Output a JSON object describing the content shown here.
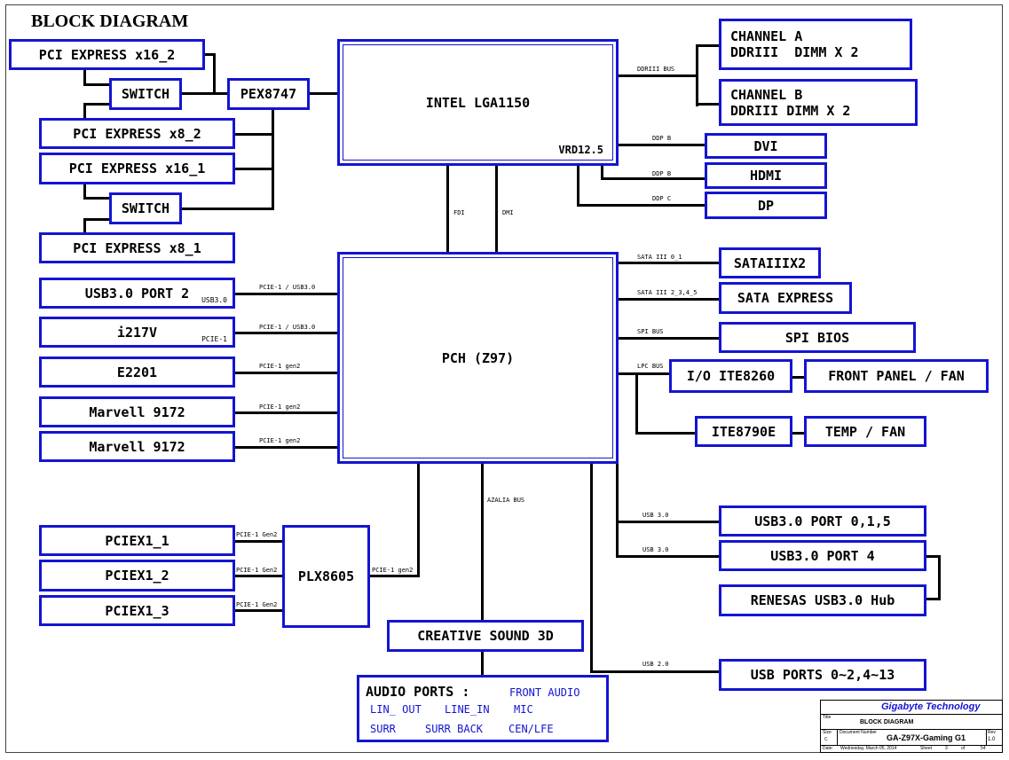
{
  "title": "BLOCK DIAGRAM",
  "blocks": {
    "pcie_x16_2": "PCI EXPRESS x16_2",
    "switch_1": "SWITCH",
    "pex8747": "PEX8747",
    "pcie_x8_2": "PCI EXPRESS x8_2",
    "pcie_x16_1": "PCI EXPRESS x16_1",
    "switch_2": "SWITCH",
    "pcie_x8_1": "PCI EXPRESS x8_1",
    "cpu": "INTEL LGA1150",
    "vrd": "VRD12.5",
    "channel_a_1": "CHANNEL A",
    "channel_a_2": "DDRIII  DIMM X 2",
    "channel_b_1": "CHANNEL B",
    "channel_b_2": "DDRIII DIMM X 2",
    "dvi": "DVI",
    "hdmi": "HDMI",
    "dp": "DP",
    "pch": "PCH (Z97)",
    "usb30_port2": "USB3.0 PORT 2",
    "usb30_port2_sub": "USB3.0",
    "i217v": "i217V",
    "i217v_sub": "PCIE-1",
    "e2201": "E2201",
    "marvell_1": "Marvell 9172",
    "marvell_2": "Marvell 9172",
    "sata3x2": "SATAIIIX2",
    "sata_express": "SATA EXPRESS",
    "spi_bios": "SPI BIOS",
    "io_ite8260": "I/O ITE8260",
    "front_panel_fan": "FRONT PANEL / FAN",
    "ite8790e": "ITE8790E",
    "temp_fan": "TEMP / FAN",
    "pciex1_1": "PCIEX1_1",
    "pciex1_2": "PCIEX1_2",
    "pciex1_3": "PCIEX1_3",
    "plx8605": "PLX8605",
    "creative_sound": "CREATIVE SOUND 3D",
    "usb30_port015": "USB3.0 PORT 0,1,5",
    "usb30_port4": "USB3.0 PORT 4",
    "renesas_hub": "RENESAS USB3.0 Hub",
    "usb_ports": "USB PORTS 0~2,4~13"
  },
  "audio": {
    "heading": "AUDIO PORTS  :",
    "front_audio": "FRONT AUDIO",
    "lin_out": "LIN_ OUT",
    "line_in": "LINE_IN",
    "mic": "MIC",
    "surr": "SURR",
    "surr_back": "SURR BACK",
    "cen_lfe": "CEN/LFE"
  },
  "bus_labels": {
    "ddriii_bus": "DDRIII BUS",
    "ddp_b_1": "DDP B",
    "ddp_b_2": "DDP B",
    "ddp_c": "DDP C",
    "fdi": "FDI",
    "dmi": "DMI",
    "pcie_usb_1": "PCIE-1 / USB3.0",
    "pcie_usb_2": "PCIE-1 / USB3.0",
    "pcie_gen2_1": "PCIE-1 gen2",
    "pcie_gen2_2": "PCIE-1 gen2",
    "pcie_gen2_3": "PCIE-1 gen2",
    "sata_01": "SATA III 0_1",
    "sata_2345": "SATA III 2_3,4_5",
    "spi_bus": "SPI BUS",
    "lpc_bus": "LPC BUS",
    "azalia_bus": "AZALIA BUS",
    "pcie_gen2_plx": "PCIE-1 gen2",
    "pcie_gen2_x1_1": "PCIE-1 Gen2",
    "pcie_gen2_x1_2": "PCIE-1 Gen2",
    "pcie_gen2_x1_3": "PCIE-1 Gen2",
    "usb30_a": "USB 3.0",
    "usb30_b": "USB 3.0",
    "usb20": "USB 2.0"
  },
  "title_block": {
    "company": "Gigabyte Technology",
    "title_label": "Title",
    "sheet_title": "BLOCK DIAGRAM",
    "size_label": "Size",
    "size_value": "C",
    "document_label": "Document Number",
    "model": "GA-Z97X-Gaming G1",
    "rev_label": "Rev",
    "rev_value": "1.0",
    "date_label": "Date:",
    "date_value": "Wednesday, March 05, 2014",
    "sheet_label": "Sheet",
    "sheet_num": "3",
    "of_label": "of",
    "sheet_total": "54"
  },
  "colors": {
    "box_border": "#1414d2",
    "wire": "#000000",
    "company_text": "#1414d2"
  }
}
